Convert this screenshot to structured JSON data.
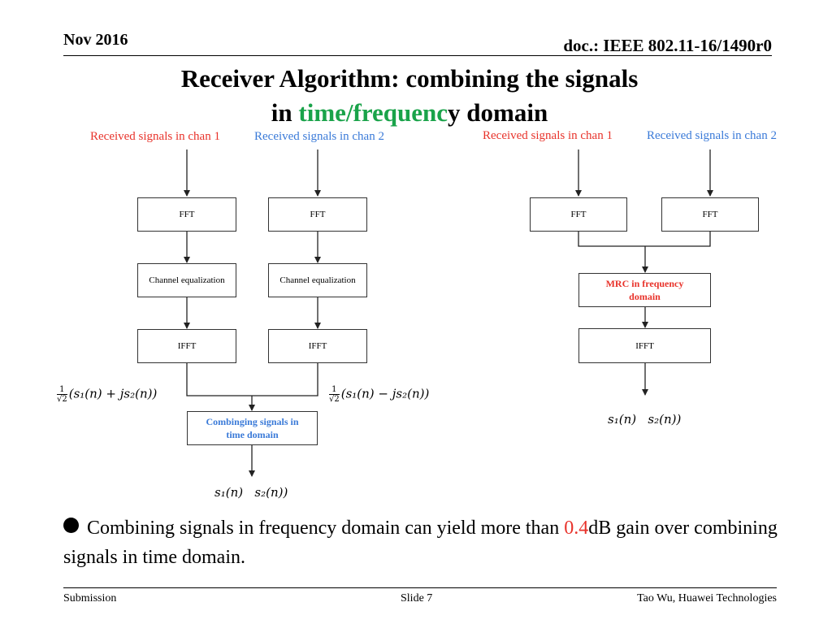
{
  "header": {
    "date": "Nov 2016",
    "doc": "doc.: IEEE 802.11-16/1490r0"
  },
  "title": {
    "line1": "Receiver Algorithm: combining the signals",
    "line2_prefix": "in ",
    "line2_highlight": "time/frequenc",
    "line2_suffix": "y domain"
  },
  "left_diagram": {
    "input1": "Received signals in chan 1",
    "input2": "Received signals in chan 2",
    "fft": "FFT",
    "eq": "Channel equalization",
    "ifft": "IFFT",
    "combine_line1": "Combinging signals in",
    "combine_line2": "time domain",
    "out_left": "(s₁(n) + js₂(n))",
    "out_right": "(s₁(n) − js₂(n))",
    "frac_num": "1",
    "frac_den": "√2",
    "result": "s₁(n)   s₂(n))"
  },
  "right_diagram": {
    "input1": "Received signals in chan 1",
    "input2": "Received signals in chan 2",
    "fft": "FFT",
    "mrc_line1": "MRC in frequency",
    "mrc_line2": "domain",
    "ifft": "IFFT",
    "result": "s₁(n)   s₂(n))"
  },
  "bullet": {
    "before": "Combining signals in frequency domain can yield more than ",
    "value": "0.4",
    "after": "dB gain over combining signals in time domain."
  },
  "footer": {
    "left": "Submission",
    "center": "Slide 7",
    "right": "Tao Wu, Huawei Technologies"
  },
  "colors": {
    "red": "#e8332b",
    "blue": "#3a7ad8",
    "green": "#1aa34a"
  }
}
